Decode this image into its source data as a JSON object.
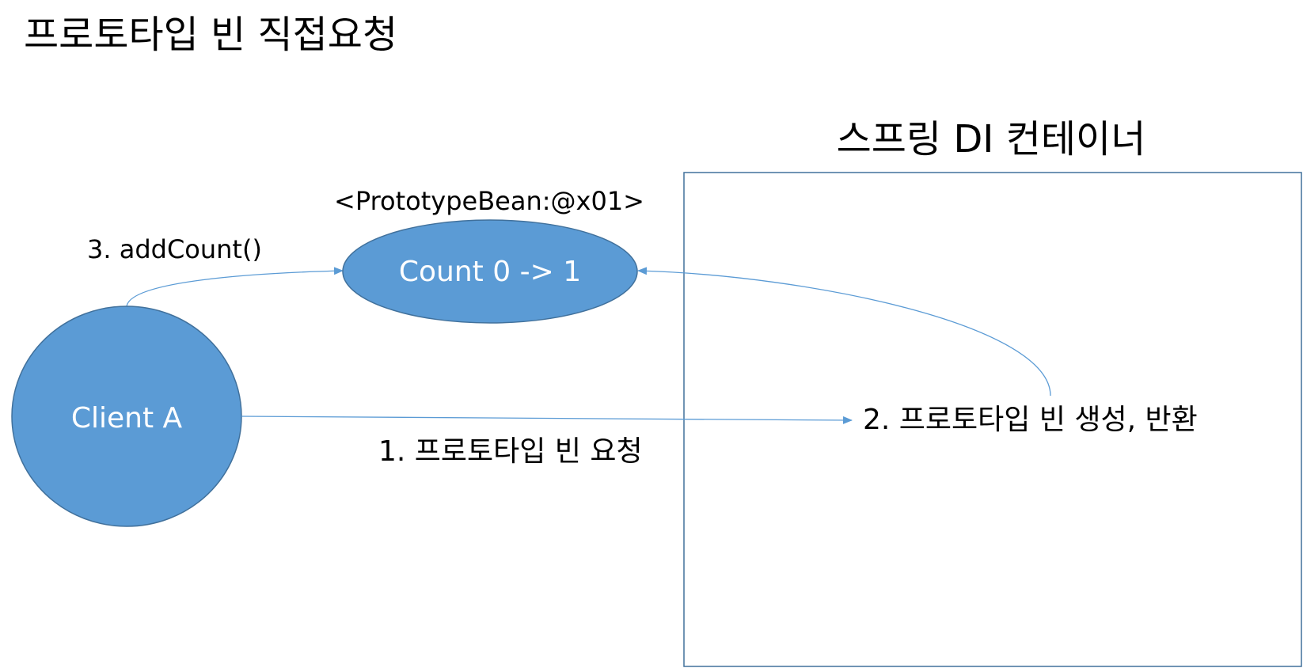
{
  "page_title": "프로토타입 빈 직접요청",
  "container": {
    "label": "스프링 DI 컨테이너"
  },
  "client": {
    "label": "Client A"
  },
  "bean": {
    "label": "<PrototypeBean:@x01>",
    "count_text": "Count 0 -> 1"
  },
  "steps": {
    "request": "1. 프로토타입 빈 요청",
    "create_return": "2. 프로토타입 빈 생성, 반환",
    "add_count": "3. addCount()"
  },
  "colors": {
    "node_fill": "#5b9bd5",
    "node_stroke": "#41719c",
    "arrow": "#5b9bd5",
    "container_stroke": "#41719c"
  }
}
